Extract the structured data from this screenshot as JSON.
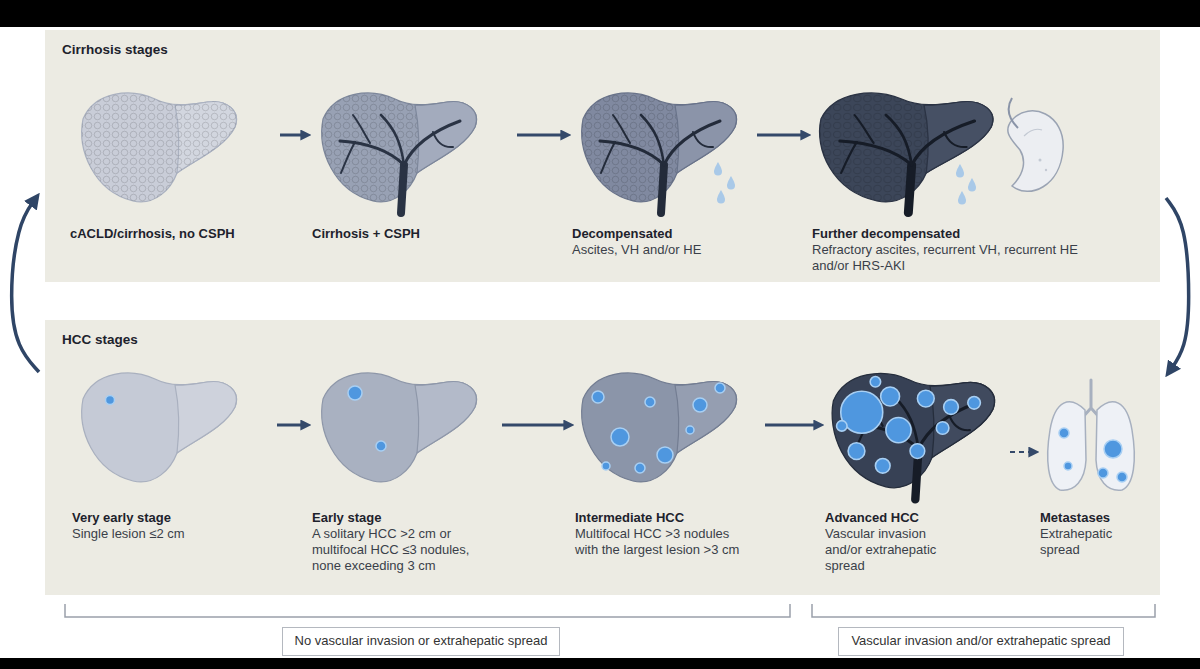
{
  "diagram": {
    "nodes": [
      {
        "text": [
          "Cirrhosis stages"
        ]
      },
      {
        "text": [
          "cACLD/cirrhosis, no CSPH"
        ],
        "in": 0
      },
      {
        "text": [
          "Cirrhosis + CSPH"
        ],
        "in": 0
      },
      {
        "text": [
          "Decompensated",
          "Ascites, VH and/or HE"
        ],
        "in": 0
      },
      {
        "text": [
          "Further decompensated",
          "Refractory ascites, recurrent VH, recurrent HE and/or HRS-AKI"
        ],
        "in": 0
      },
      {
        "text": [
          "HCC stages"
        ]
      },
      {
        "text": [
          "Very early stage",
          "Single lesion ≤2 cm"
        ],
        "in": 5
      },
      {
        "text": [
          "Early stage",
          "A solitary HCC >2 cm or multifocal HCC ≤3 nodules, none exceeding 3 cm"
        ],
        "in": 5
      },
      {
        "text": [
          "Intermediate HCC",
          "Multifocal HCC >3 nodules with the largest lesion >3 cm"
        ],
        "in": 5
      },
      {
        "text": [
          "Advanced HCC",
          "Vascular invasion and/or extrahepatic spread"
        ],
        "in": 5
      },
      {
        "text": [
          "Metastases",
          "Extrahepatic spread"
        ],
        "in": 5
      },
      {
        "text": [
          "No vascular invasion or extrahepatic spread"
        ]
      },
      {
        "text": [
          "Vascular invasion and/or extrahepatic spread"
        ]
      }
    ],
    "edges": [
      {
        "from": 1,
        "to": 2,
        "arrow": "to"
      },
      {
        "from": 2,
        "to": 3,
        "arrow": "to"
      },
      {
        "from": 3,
        "to": 4,
        "arrow": "to"
      },
      {
        "from": 6,
        "to": 7,
        "arrow": "to"
      },
      {
        "from": 7,
        "to": 8,
        "arrow": "to"
      },
      {
        "from": 8,
        "to": 9,
        "arrow": "to"
      },
      {
        "from": 9,
        "to": 10,
        "arrow": "to"
      },
      {
        "from": 5,
        "to": 0,
        "arrow": "to"
      },
      {
        "from": 0,
        "to": 5,
        "arrow": "to"
      }
    ]
  }
}
